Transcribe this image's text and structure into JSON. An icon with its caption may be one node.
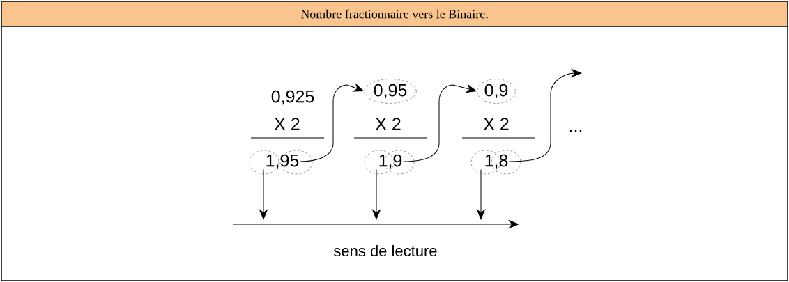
{
  "diagram": {
    "title": "Nombre fractionnaire vers le Binaire.",
    "nodes": [
      {
        "text": [
          "0,925"
        ]
      },
      {
        "text": [
          "1,95"
        ]
      },
      {
        "text": [
          "0,95"
        ]
      },
      {
        "text": [
          "1,9"
        ]
      },
      {
        "text": [
          "0,9"
        ]
      },
      {
        "text": [
          "1,8"
        ]
      }
    ],
    "edges": [
      {
        "from": 1,
        "to": 2,
        "arrow": "to"
      },
      {
        "from": 3,
        "to": 4,
        "arrow": "to"
      },
      {
        "from": 5,
        "to": null,
        "arrow": "to"
      },
      {
        "from": 1,
        "to": null,
        "arrow": "to"
      },
      {
        "from": 3,
        "to": null,
        "arrow": "to"
      },
      {
        "from": 5,
        "to": null,
        "arrow": "to"
      }
    ],
    "labels": [
      "X 2",
      "X 2",
      "X 2",
      "...",
      "sens de lecture"
    ]
  }
}
